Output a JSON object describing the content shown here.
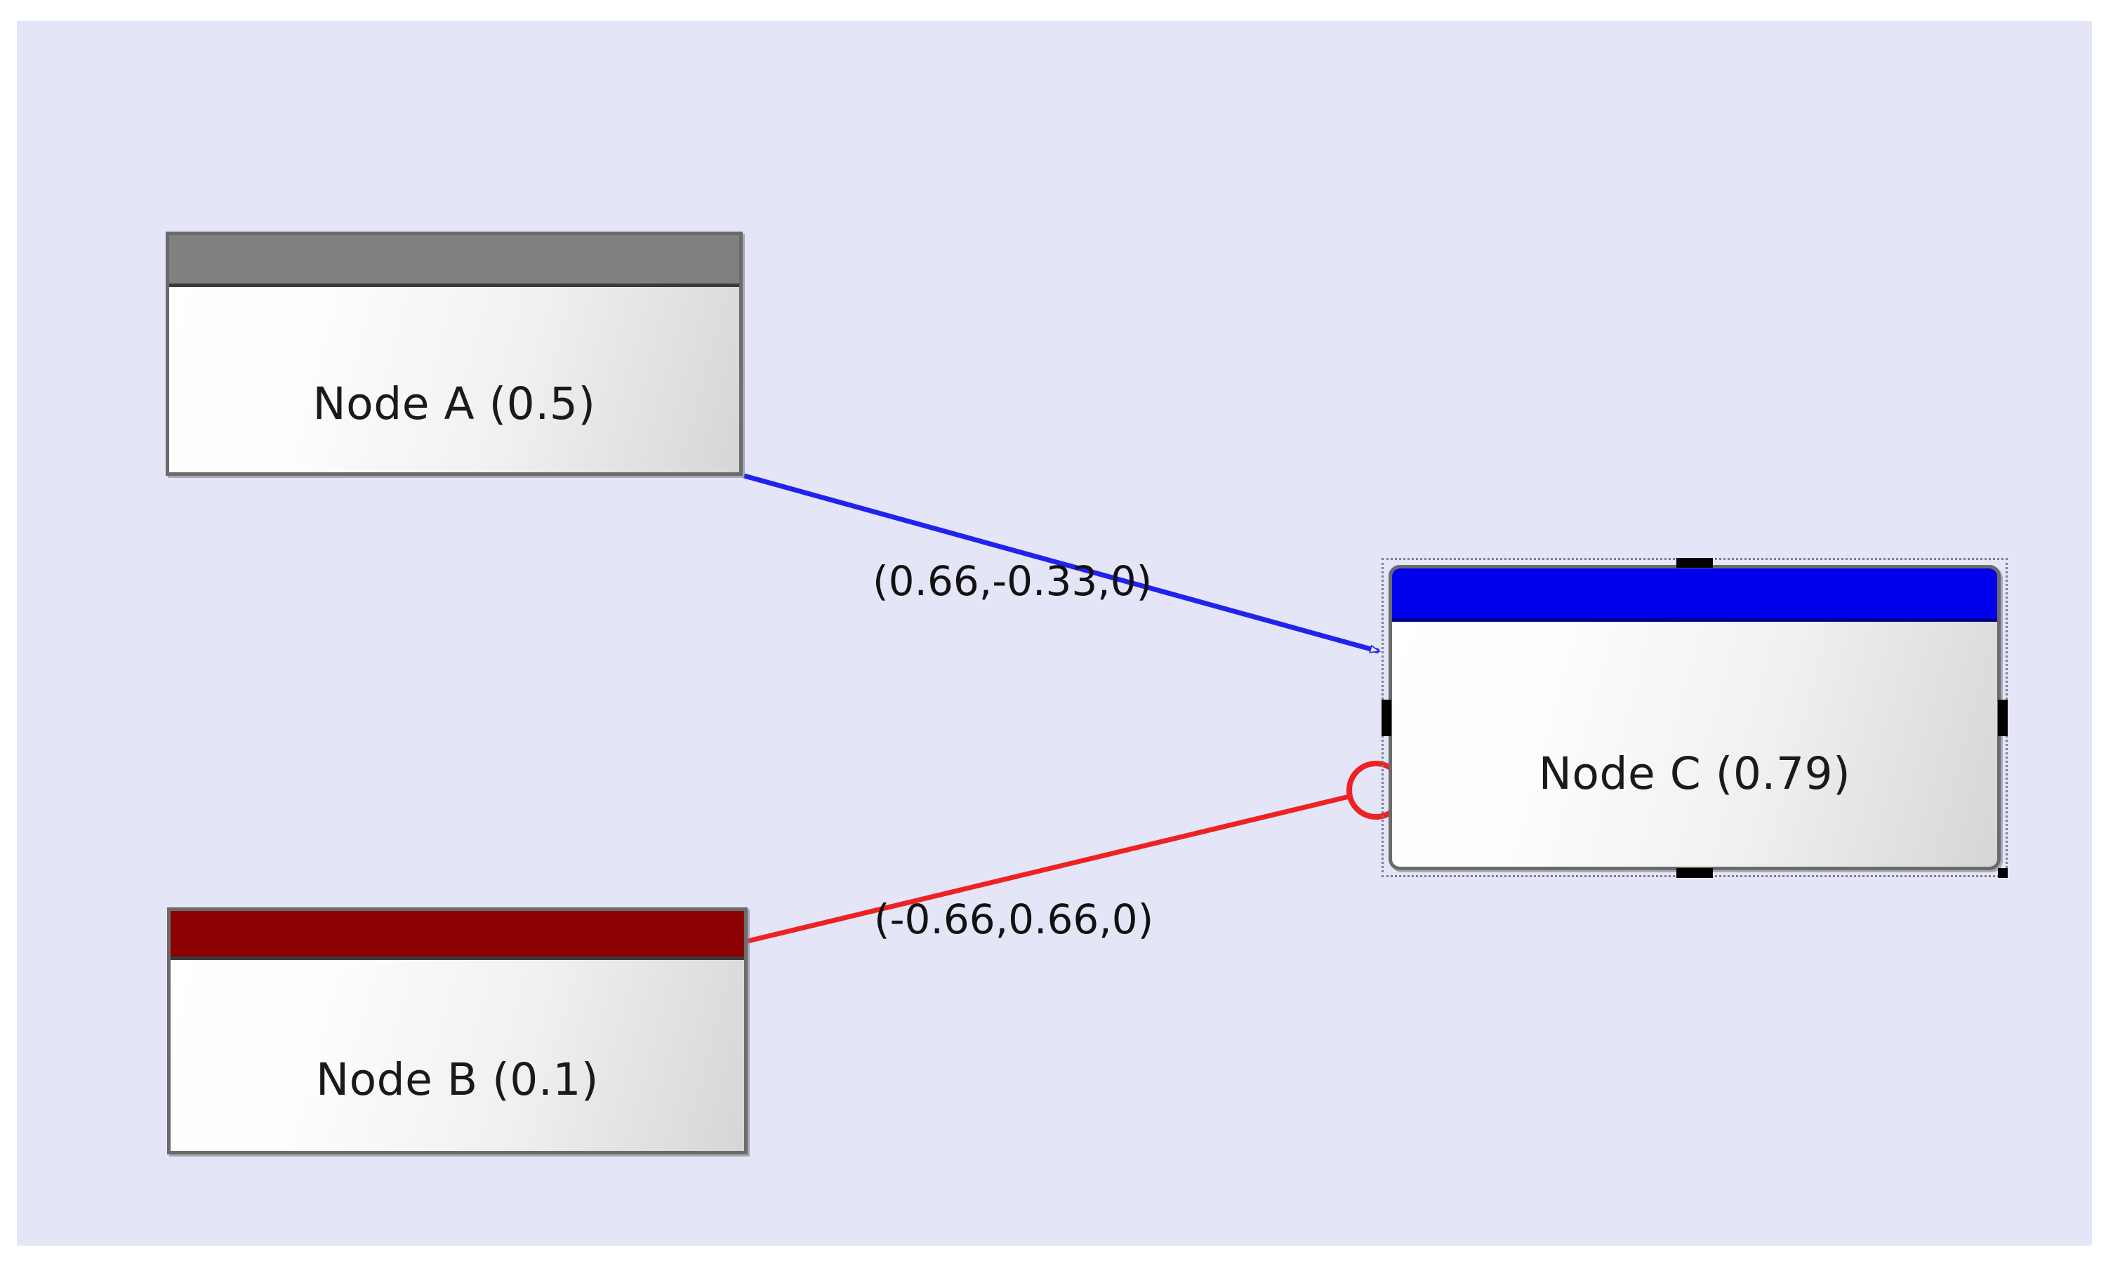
{
  "canvas": {
    "background_color": "#e4e5f7",
    "page_background_color": "#ffffff"
  },
  "diagram": {
    "type": "node-link-network",
    "nodes": [
      {
        "id": "A",
        "name": "Node A",
        "value": "0.5",
        "label": "Node A (0.5)",
        "header_color": "#808080",
        "shape": "rectangle",
        "selected": false
      },
      {
        "id": "B",
        "name": "Node B",
        "value": "0.1",
        "label": "Node B (0.1)",
        "header_color": "#8b0000",
        "shape": "rectangle",
        "selected": false
      },
      {
        "id": "C",
        "name": "Node C",
        "value": "0.79",
        "label": "Node C (0.79)",
        "header_color": "#0000ee",
        "shape": "rounded-rectangle",
        "selected": true
      }
    ],
    "edges": [
      {
        "id": "A-C",
        "source": "A",
        "target": "C",
        "label": "(0.66,-0.33,0)",
        "color": "#2222ee",
        "arrow": "hollow-triangle",
        "kind": "activation"
      },
      {
        "id": "B-C",
        "source": "B",
        "target": "C",
        "label": "(-0.66,0.66,0)",
        "color": "#ee2222",
        "arrow": "hollow-circle",
        "kind": "inhibition"
      }
    ]
  }
}
